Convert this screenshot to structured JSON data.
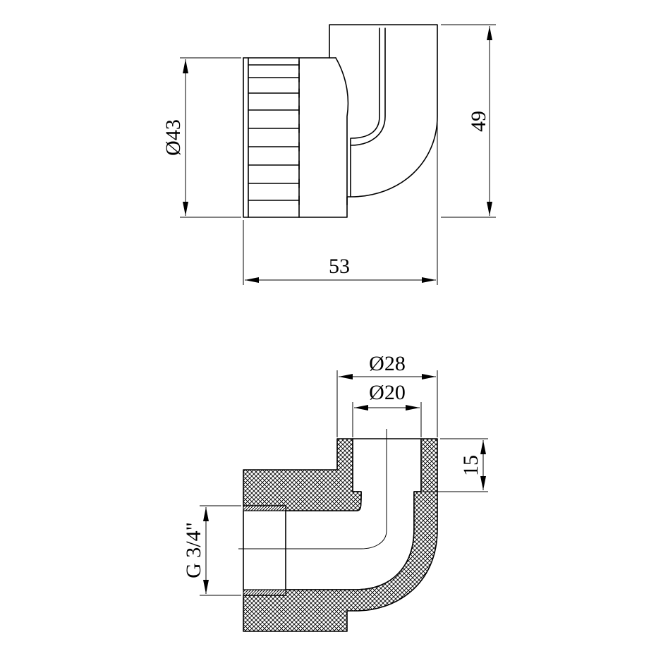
{
  "drawing": {
    "dimensions": {
      "outer_diameter": "Ø43",
      "overall_height": "49",
      "overall_width": "53",
      "socket_outer_diameter": "Ø28",
      "socket_inner_diameter": "Ø20",
      "socket_depth": "15",
      "thread_size": "G 3/4\""
    },
    "colors": {
      "line": "#000000",
      "background": "#ffffff"
    }
  }
}
